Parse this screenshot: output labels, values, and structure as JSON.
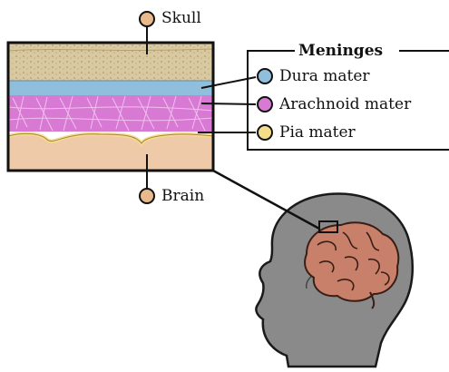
{
  "labels": {
    "skull": "Skull",
    "brain": "Brain",
    "legend_title": "Meninges",
    "dura": "Dura mater",
    "arachnoid": "Arachnoid mater",
    "pia": "Pia mater"
  },
  "colors": {
    "skull_bone": "#d9c9a0",
    "dura": "#8fbfdc",
    "arachnoid": "#d87ad4",
    "pia": "#f5de8a",
    "brain_tissue": "#efcaa8",
    "head": "#8a8a8a",
    "brain_pink": "#c8806a",
    "marker_fill": "#e8b98a"
  },
  "icons": {
    "skull_marker": "circle-marker",
    "brain_marker": "circle-marker",
    "head_silhouette": "head-profile-icon",
    "brain_icon": "brain-icon"
  }
}
